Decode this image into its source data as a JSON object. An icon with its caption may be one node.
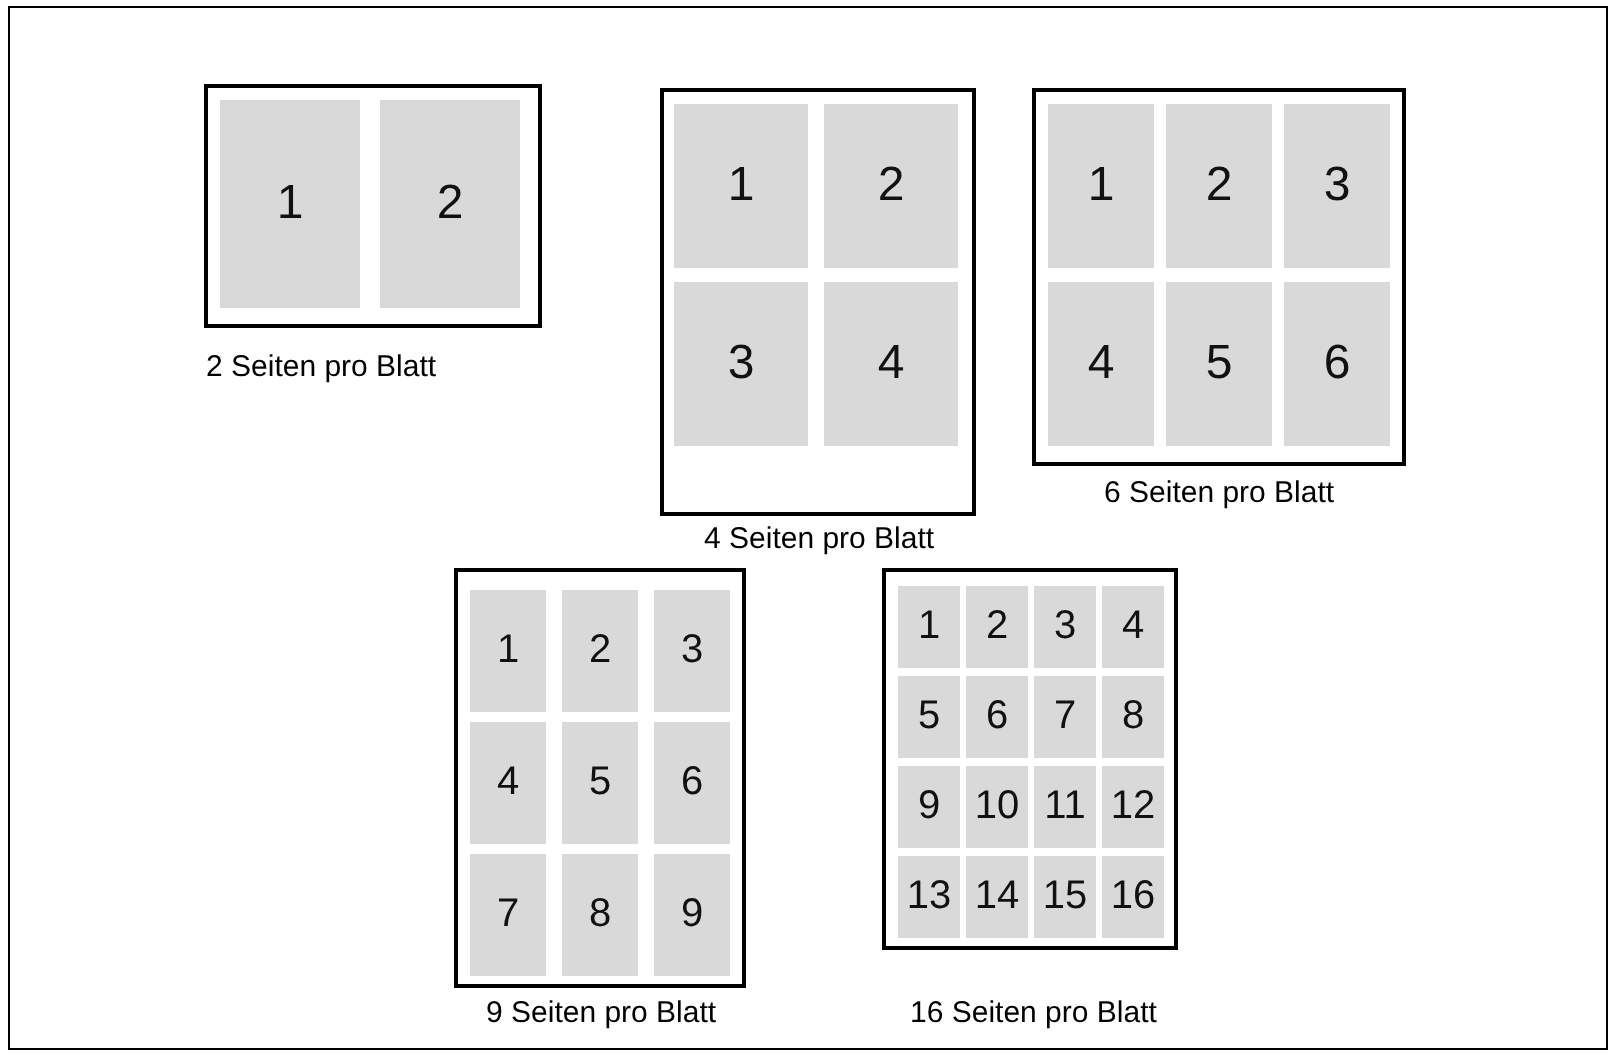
{
  "diagram": {
    "nodes": [
      {
        "text": [],
        "shape": "box",
        "beside": [
          "2 Seiten pro Blatt"
        ]
      },
      {
        "text": [
          "1"
        ],
        "in": 0
      },
      {
        "text": [
          "2"
        ],
        "in": 0
      },
      {
        "text": [],
        "shape": "box",
        "beside": [
          "4 Seiten pro Blatt"
        ]
      },
      {
        "text": [
          "1"
        ],
        "in": 3
      },
      {
        "text": [
          "2"
        ],
        "in": 3
      },
      {
        "text": [
          "3"
        ],
        "in": 3
      },
      {
        "text": [
          "4"
        ],
        "in": 3
      },
      {
        "text": [],
        "shape": "box",
        "beside": [
          "6 Seiten pro Blatt"
        ]
      },
      {
        "text": [
          "1"
        ],
        "in": 8
      },
      {
        "text": [
          "2"
        ],
        "in": 8
      },
      {
        "text": [
          "3"
        ],
        "in": 8
      },
      {
        "text": [
          "4"
        ],
        "in": 8
      },
      {
        "text": [
          "5"
        ],
        "in": 8
      },
      {
        "text": [
          "6"
        ],
        "in": 8
      },
      {
        "text": [],
        "shape": "box",
        "beside": [
          "9 Seiten pro Blatt"
        ]
      },
      {
        "text": [
          "1"
        ],
        "in": 15
      },
      {
        "text": [
          "2"
        ],
        "in": 15
      },
      {
        "text": [
          "3"
        ],
        "in": 15
      },
      {
        "text": [
          "4"
        ],
        "in": 15
      },
      {
        "text": [
          "5"
        ],
        "in": 15
      },
      {
        "text": [
          "6"
        ],
        "in": 15
      },
      {
        "text": [
          "7"
        ],
        "in": 15
      },
      {
        "text": [
          "8"
        ],
        "in": 15
      },
      {
        "text": [
          "9"
        ],
        "in": 15
      },
      {
        "text": [],
        "shape": "box",
        "beside": [
          "16 Seiten pro Blatt"
        ]
      },
      {
        "text": [
          "1"
        ],
        "in": 25
      },
      {
        "text": [
          "2"
        ],
        "in": 25
      },
      {
        "text": [
          "3"
        ],
        "in": 25
      },
      {
        "text": [
          "4"
        ],
        "in": 25
      },
      {
        "text": [
          "5"
        ],
        "in": 25
      },
      {
        "text": [
          "6"
        ],
        "in": 25
      },
      {
        "text": [
          "7"
        ],
        "in": 25
      },
      {
        "text": [
          "8"
        ],
        "in": 25
      },
      {
        "text": [
          "9"
        ],
        "in": 25
      },
      {
        "text": [
          "10"
        ],
        "in": 25
      },
      {
        "text": [
          "11"
        ],
        "in": 25
      },
      {
        "text": [
          "12"
        ],
        "in": 25
      },
      {
        "text": [
          "13"
        ],
        "in": 25
      },
      {
        "text": [
          "14"
        ],
        "in": 25
      },
      {
        "text": [
          "15"
        ],
        "in": 25
      },
      {
        "text": [
          "16"
        ],
        "in": 25
      }
    ]
  }
}
